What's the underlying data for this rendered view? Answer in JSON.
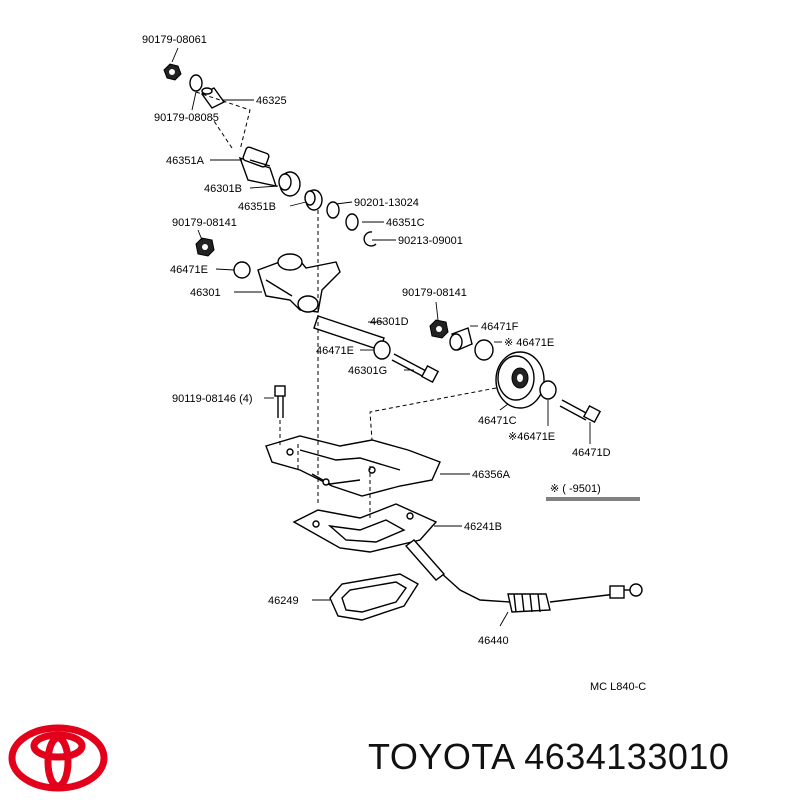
{
  "labels": {
    "p90179_08061": "90179-08061",
    "p46325": "46325",
    "p90179_08085": "90179-08085",
    "p46351A": "46351A",
    "p46301B": "46301B",
    "p46351B": "46351B",
    "p90201_13024": "90201-13024",
    "p46351C": "46351C",
    "p90179_08141a": "90179-08141",
    "p90213_09001": "90213-09001",
    "p46471E_a": "46471E",
    "p46301": "46301",
    "p90179_08141b": "90179-08141",
    "p46301D": "46301D",
    "p46471F": "46471F",
    "p46471E_b": "46471E",
    "p46471E_c": "46471E",
    "p46301G": "46301G",
    "p90119_08146": "90119-08146 (4)",
    "p46471C": "46471C",
    "p46471E_d": "46471E",
    "p46471D": "46471D",
    "p46356A": "46356A",
    "note_range": "※ (     -9501)",
    "p46241B": "46241B",
    "p46249": "46249",
    "p46440": "46440",
    "code": "MC  L840-C"
  },
  "marks": {
    "asterisk": "※"
  },
  "brand": {
    "text": "TOYOTA 4634133010",
    "logo_color": "#e3001b"
  }
}
